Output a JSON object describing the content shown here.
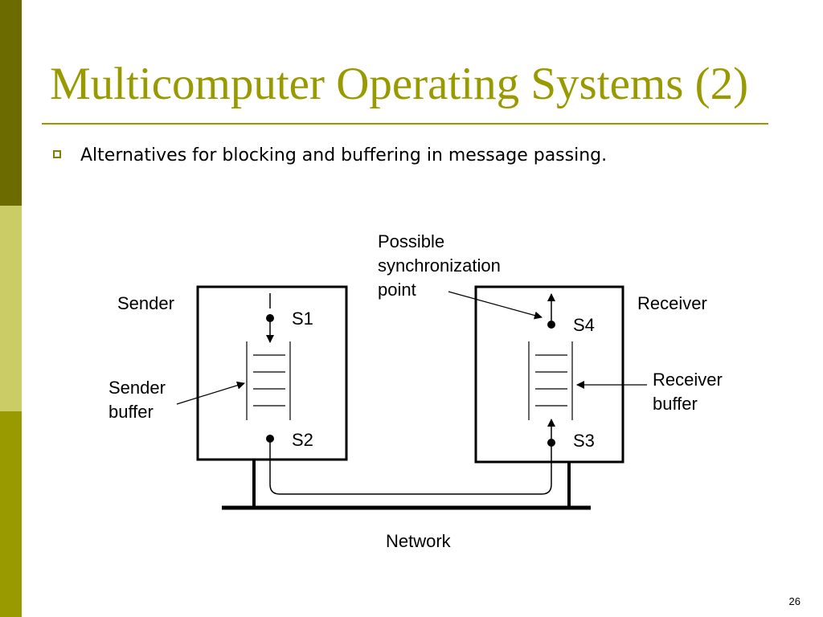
{
  "colors": {
    "sidebar_dark": "#6b6b00",
    "sidebar_light": "#cccc66",
    "sidebar_mid": "#999900",
    "title": "#999900",
    "rule": "#999900",
    "bullet": "#7f7f00"
  },
  "slide": {
    "title": "Multicomputer Operating Systems (2)",
    "bullet_icon": "hollow-square-bullet",
    "bullet": "Alternatives for blocking and buffering in message passing.",
    "page_number": "26"
  },
  "diagram": {
    "sender_label": "Sender",
    "receiver_label": "Receiver",
    "sender_buffer_label": [
      "Sender",
      "buffer"
    ],
    "receiver_buffer_label": [
      "Receiver",
      "buffer"
    ],
    "sync_point_label": [
      "Possible",
      "synchronization",
      "point"
    ],
    "points": [
      "S1",
      "S2",
      "S3",
      "S4"
    ],
    "network_label": "Network"
  }
}
